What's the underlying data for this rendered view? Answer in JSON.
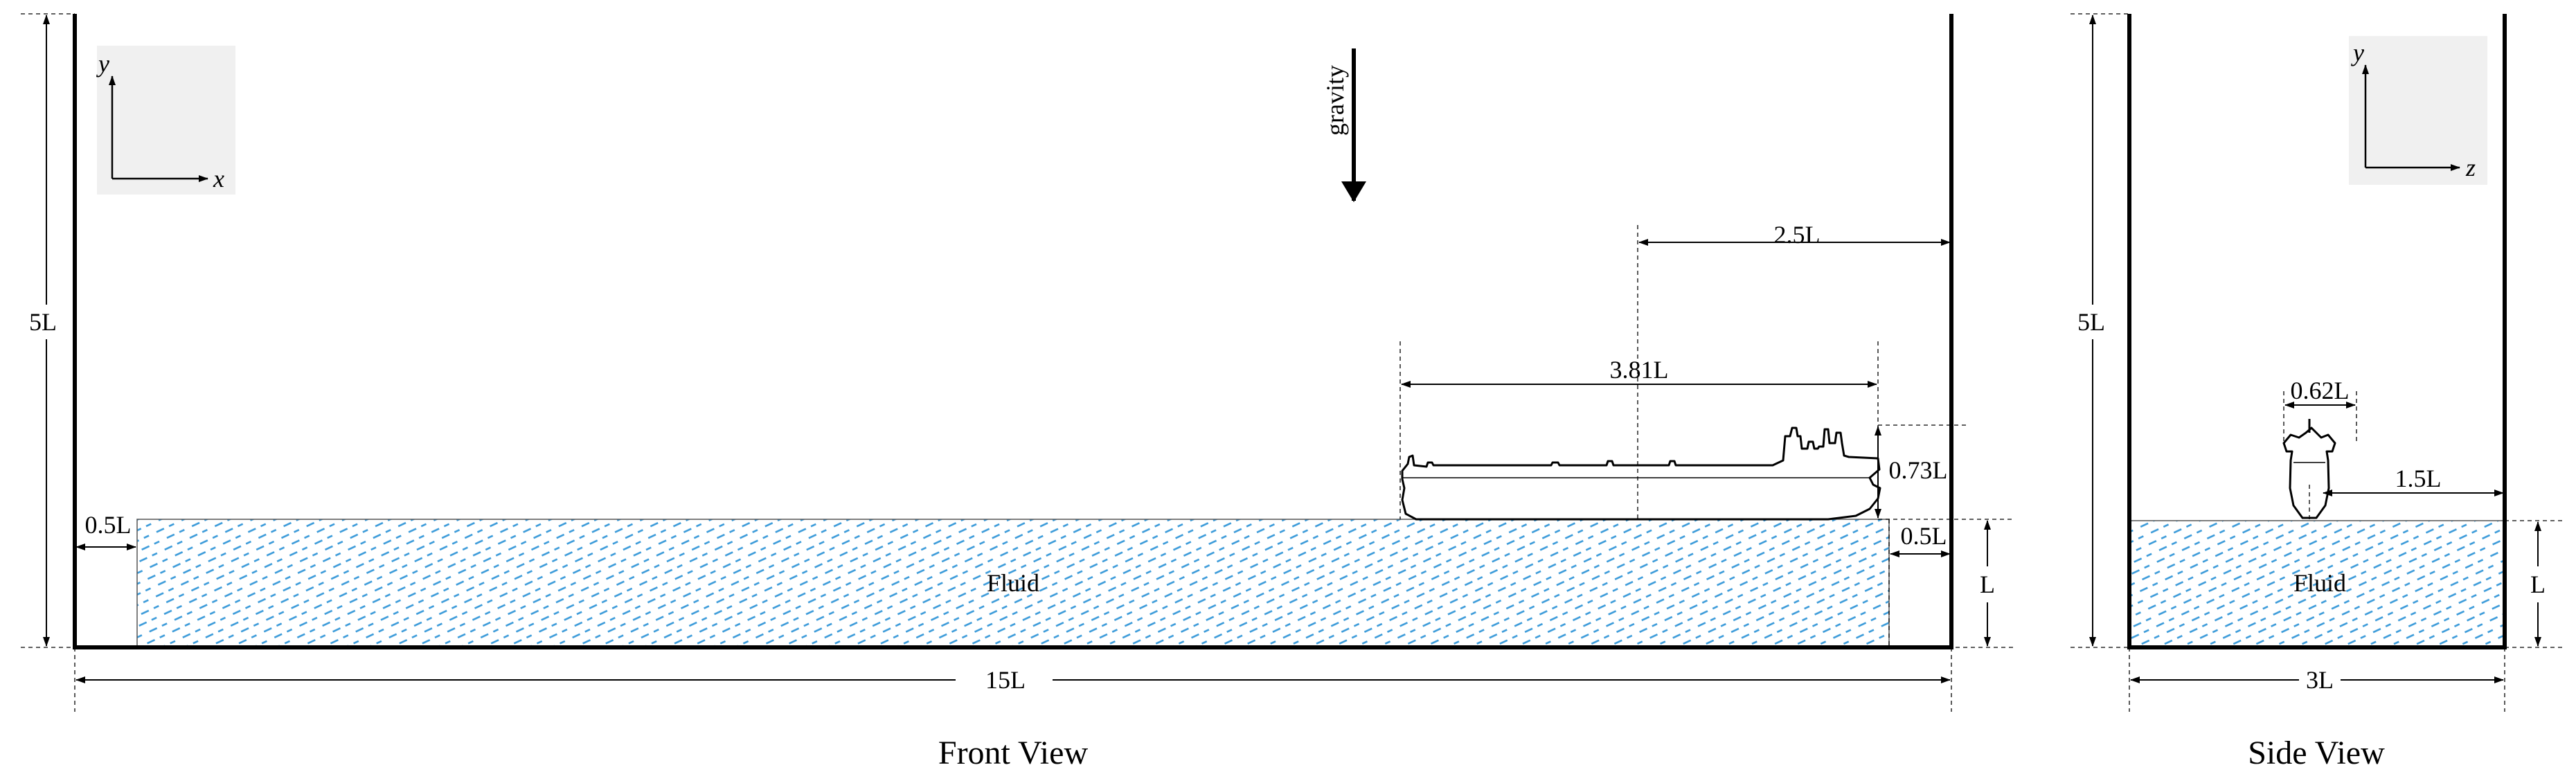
{
  "front_view": {
    "caption": "Front View",
    "axes": {
      "vertical": "y",
      "horizontal": "x"
    },
    "gravity_label": "gravity",
    "fluid_label": "Fluid",
    "dims": {
      "height": "5L",
      "left_gap": "0.5L",
      "width": "15L",
      "ship_offset": "2.5L",
      "ship_length": "3.81L",
      "ship_height": "0.73L",
      "right_gap": "0.5L",
      "fluid_depth": "L"
    }
  },
  "side_view": {
    "caption": "Side View",
    "axes": {
      "vertical": "y",
      "horizontal": "z"
    },
    "fluid_label": "Fluid",
    "dims": {
      "height": "5L",
      "ship_beam": "0.62L",
      "ship_offset": "1.5L",
      "fluid_depth": "L",
      "width": "3L"
    }
  },
  "colors": {
    "fluid_hatch": "#3a9ad9",
    "lines": "#000000",
    "axis_box": "#f0f0f0"
  }
}
